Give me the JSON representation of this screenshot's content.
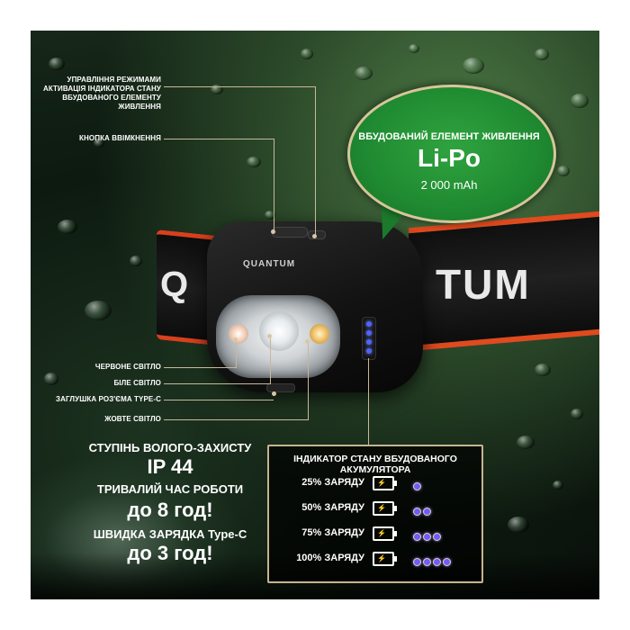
{
  "colors": {
    "bubble_green": "#1f8a31",
    "bubble_border": "#d7c69a",
    "strap_accent": "#e04a1f",
    "indicator_blue": "#4f63ff",
    "leader_line": "#c9b79a"
  },
  "callouts": {
    "mode_control_line1": "УПРАВЛІННЯ РЕЖИМАМИ",
    "mode_control_line2": "АКТИВАЦІЯ ІНДИКАТОРА СТАНУ",
    "mode_control_line3": "ВБУДОВАНОГО ЕЛЕМЕНТУ ЖИВЛЕННЯ",
    "power_button": "КНОПКА ВВІМКНЕННЯ",
    "red_light": "ЧЕРВОНЕ СВІТЛО",
    "white_light": "БІЛЕ СВІТЛО",
    "typec_cap": "ЗАГЛУШКА РОЗ'ЄМА TYPE-C",
    "yellow_light": "ЖОВТЕ СВІТЛО"
  },
  "bubble": {
    "title": "ВБУДОВАНИЙ ЕЛЕМЕНТ ЖИВЛЕННЯ",
    "chemistry": "Li-Po",
    "capacity": "2 000 mAh"
  },
  "product": {
    "brand": "QUANTUM",
    "strap_left": "Q",
    "strap_right": "TUM"
  },
  "specs": {
    "waterproof_label": "СТУПІНЬ ВОЛОГО-ЗАХИСТУ",
    "waterproof_value": "IP 44",
    "runtime_label": "ТРИВАЛИЙ ЧАС РОБОТИ",
    "runtime_value": "до 8 год!",
    "charge_label": "ШВИДКА ЗАРЯДКА Type-C",
    "charge_value": "до 3 год!"
  },
  "indicator": {
    "title": "ІНДИКАТОР СТАНУ ВБУДОВАНОГО АКУМУЛЯТОРА",
    "rows": [
      {
        "label": "25% ЗАРЯДУ",
        "dots": 1
      },
      {
        "label": "50% ЗАРЯДУ",
        "dots": 2
      },
      {
        "label": "75% ЗАРЯДУ",
        "dots": 3
      },
      {
        "label": "100% ЗАРЯДУ",
        "dots": 4
      }
    ]
  }
}
